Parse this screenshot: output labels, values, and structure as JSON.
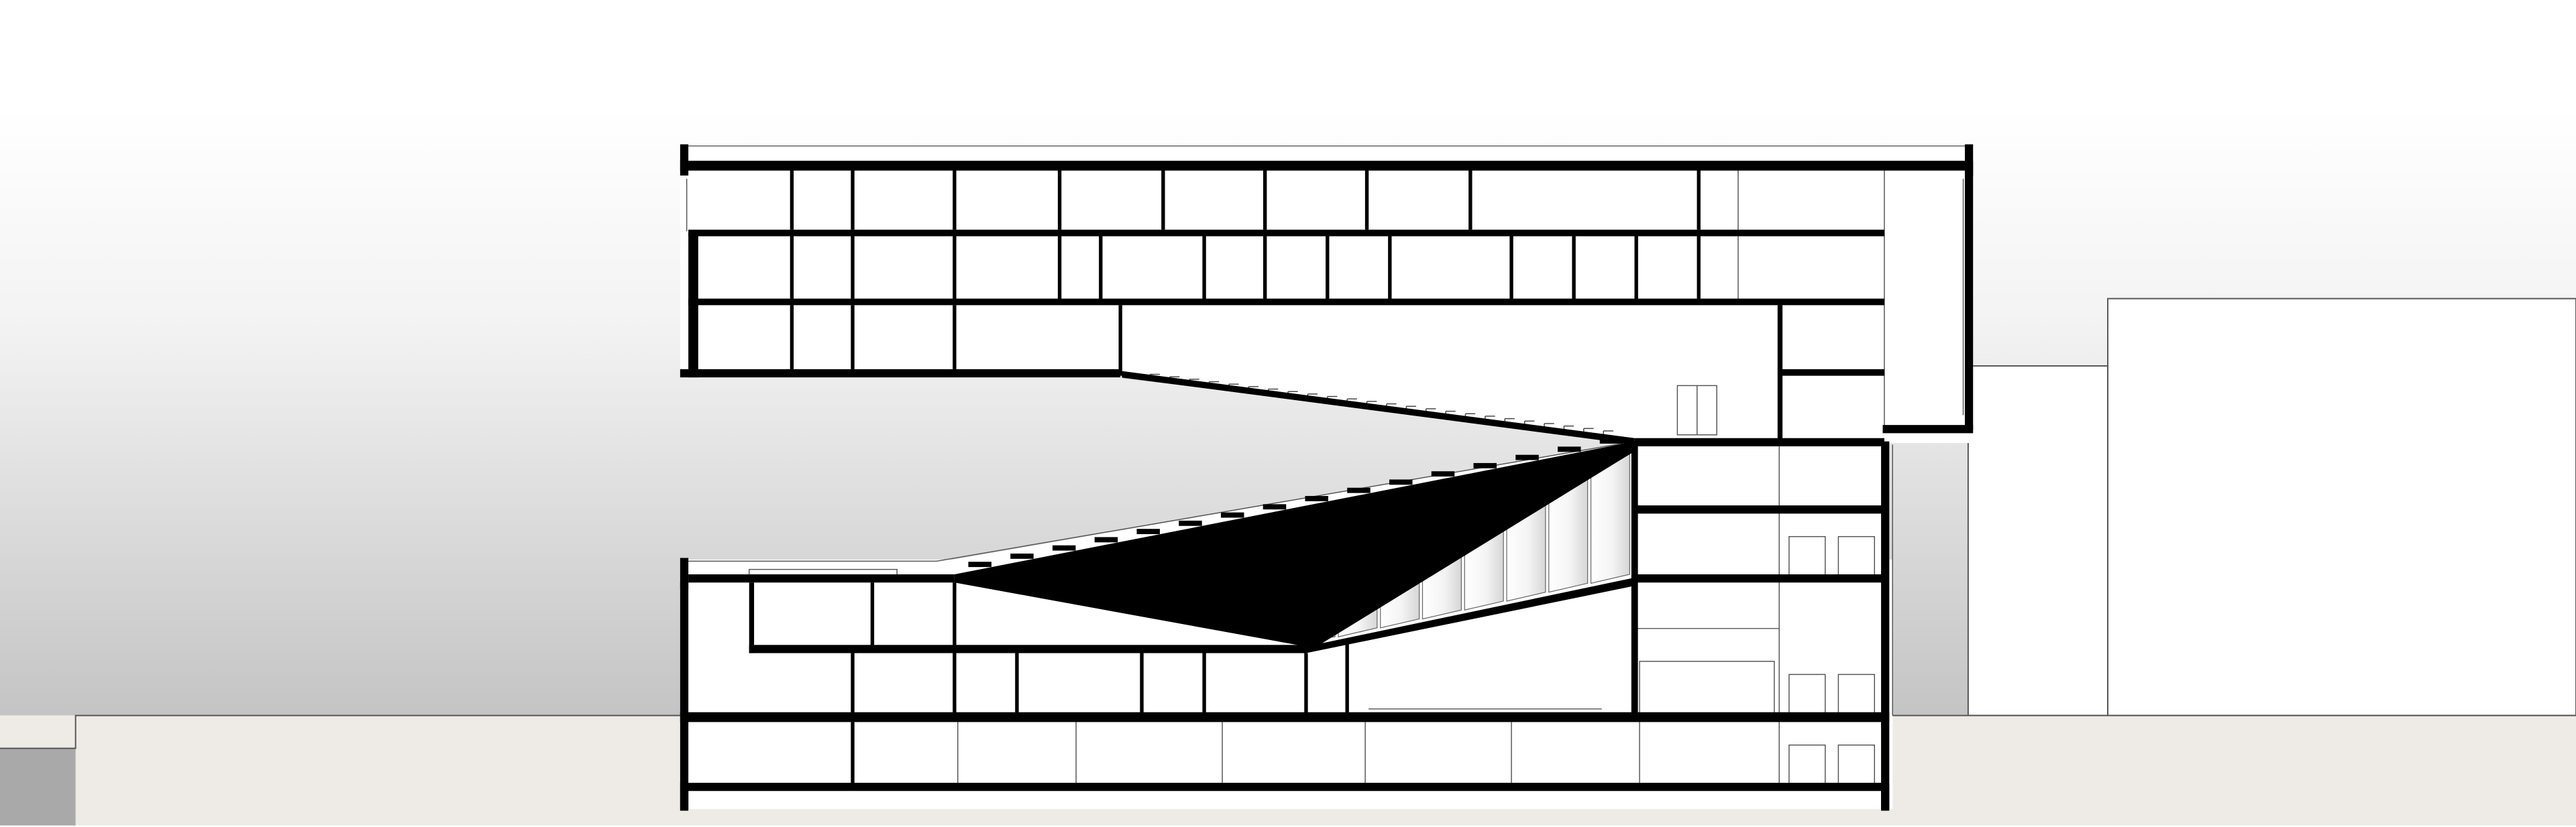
{
  "drawing": {
    "kind": "architectural-section",
    "colors": {
      "sky_top": "#ffffff",
      "sky_bottom": "#c4c4c4",
      "ground": "#eeebe7",
      "ground_dark": "#a9a9a9",
      "cut_line": "#000000",
      "thin_line": "#555555",
      "neighbour_fill": "#ffffff",
      "auditorium_fill": "#f2f2f2"
    },
    "elements": [
      "background-sky",
      "ground-plane",
      "section-cut-building",
      "upper-floors",
      "lower-floors",
      "basement-floor",
      "auditorium-seating-tiers",
      "upper-stepped-ceiling",
      "neighbouring-buildings",
      "service-core-doors"
    ]
  }
}
